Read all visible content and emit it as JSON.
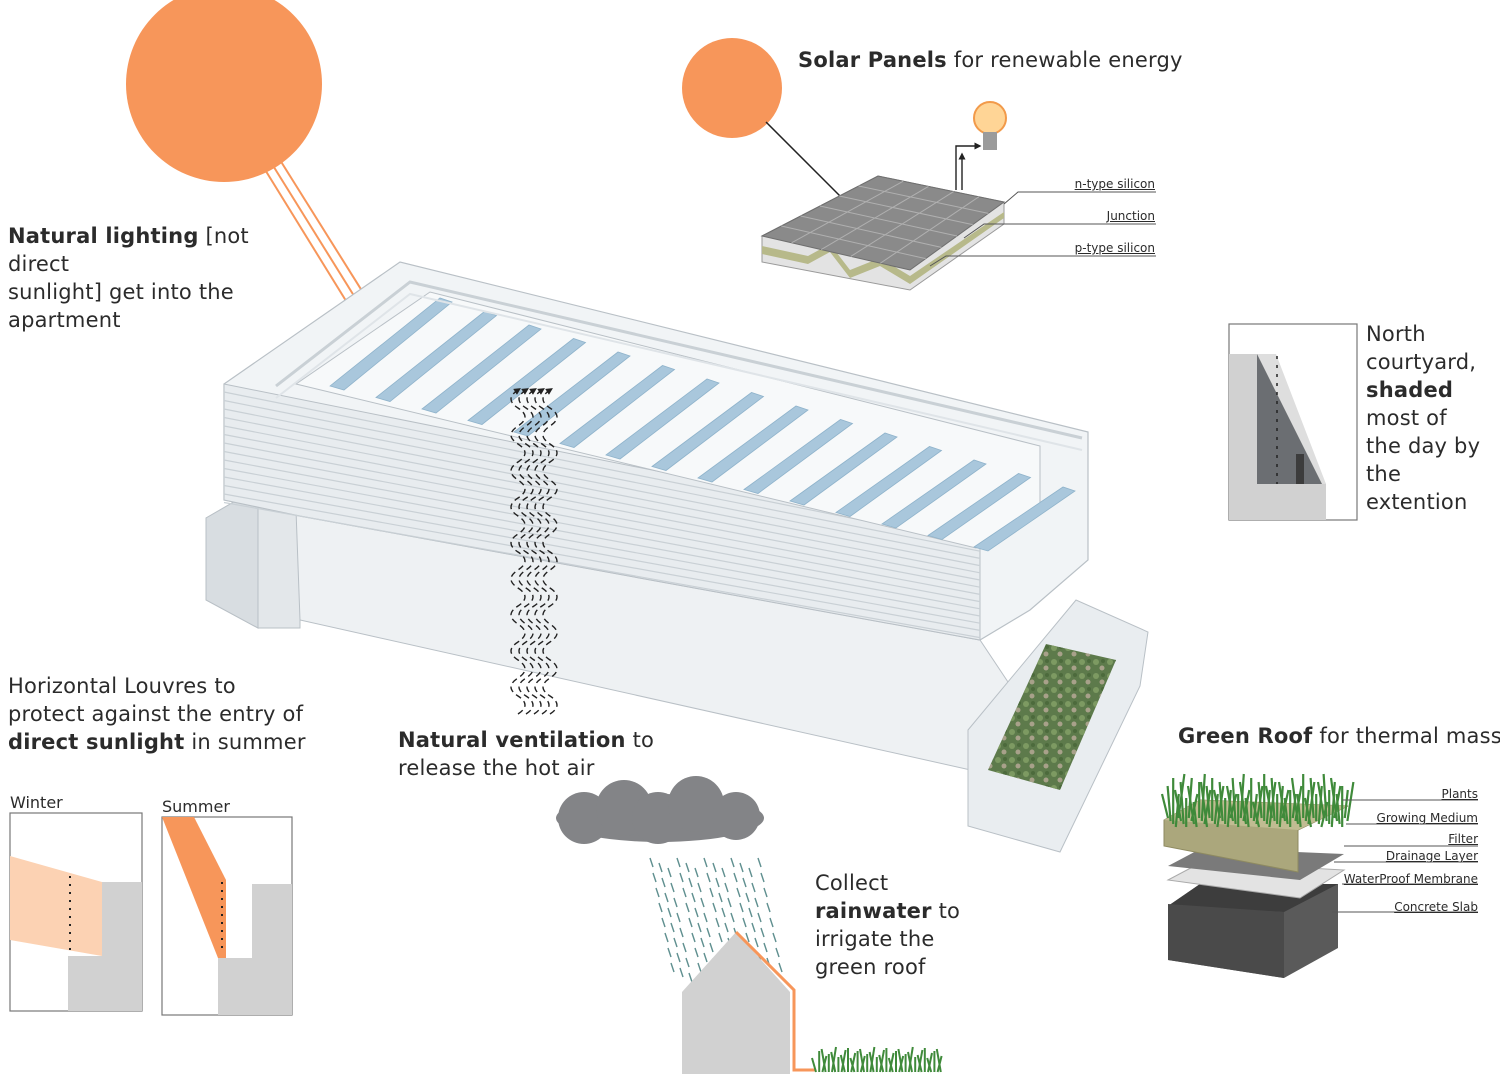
{
  "colors": {
    "sun": "#f7965a",
    "sun_light": "#fcd2b3",
    "building": "#eef1f3",
    "building_edge": "#b9c0c6",
    "glass": "#a9c7dc",
    "cloud": "#838487",
    "rain": "#5f8f8f",
    "grass": "#3f8a3a",
    "soil": "#aba77c",
    "slab": "#5a5a5a",
    "wall": "#cfcfcf"
  },
  "natural_lighting": {
    "bold": "Natural lighting",
    "line1_rest": " [not direct",
    "line2": "sunlight] get into the",
    "line3": "apartment"
  },
  "solar": {
    "bold": "Solar Panels",
    "rest": " for renewable energy",
    "n_type": "n-type silicon",
    "junction": "Junction",
    "p_type": "p-type silicon"
  },
  "courtyard": {
    "line1": "North",
    "line2": "courtyard,",
    "line3_bold": "shaded",
    "line4": "most of",
    "line5": "the day by",
    "line6": "the",
    "line7": "extention"
  },
  "louvres": {
    "line1": "Horizontal Louvres to",
    "line2": "protect against the entry of",
    "line3_bold": "direct sunlight",
    "line3_rest": " in summer",
    "winter": "Winter",
    "summer": "Summer"
  },
  "ventilation": {
    "bold": "Natural ventilation",
    "rest": " to",
    "line2": "release the hot air"
  },
  "rainwater": {
    "line1": "Collect",
    "line2_bold": "rainwater",
    "line2_rest": " to",
    "line3": "irrigate the",
    "line4": "green roof"
  },
  "green_roof": {
    "bold": "Green Roof",
    "rest": " for thermal mass",
    "layers": [
      "Plants",
      "Growing Medium",
      "Filter",
      "Drainage Layer",
      "WaterProof Membrane",
      "Concrete Slab"
    ]
  }
}
